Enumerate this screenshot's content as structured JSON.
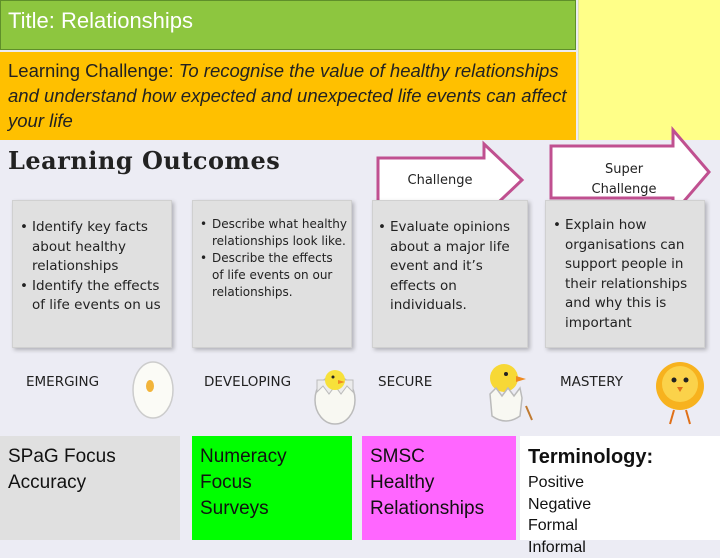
{
  "title": "Title: Relationships",
  "learning_challenge": {
    "label": "Learning Challenge:",
    "text": " To recognise the value of healthy relationships and understand how expected and unexpected life events can affect your life"
  },
  "outcomes": {
    "heading": "Learning Outcomes",
    "challenge_arrow": "Challenge",
    "super_challenge_line1": "Super",
    "super_challenge_line2": "Challenge",
    "emerging": [
      "Identify key facts about healthy relationships",
      "Identify the effects of life events on us"
    ],
    "developing": [
      "Describe what healthy relationships look like.",
      "Describe the effects of life events on our relationships."
    ],
    "secure": [
      "Evaluate opinions about a major life event and it’s effects on individuals."
    ],
    "mastery": [
      "Explain how organisations can support people in their relationships and why this is important"
    ],
    "levels": [
      "EMERGING",
      "DEVELOPING",
      "SECURE",
      "MASTERY"
    ]
  },
  "bottom": {
    "spag_title": "SPaG Focus",
    "spag_text": "Accuracy",
    "numeracy_title1": "Numeracy",
    "numeracy_title2": "Focus",
    "numeracy_text": "Surveys",
    "smsc_title": "SMSC",
    "smsc_text1": "Healthy",
    "smsc_text2": "Relationships",
    "terminology_title": "Terminology:",
    "terms": [
      "Positive",
      "Negative",
      "Formal",
      "Informal"
    ]
  },
  "colors": {
    "title_green": "#8dc63f",
    "challenge_orange": "#ffc000",
    "numeracy_green": "#00ff00",
    "smsc_pink": "#ff66ff"
  }
}
